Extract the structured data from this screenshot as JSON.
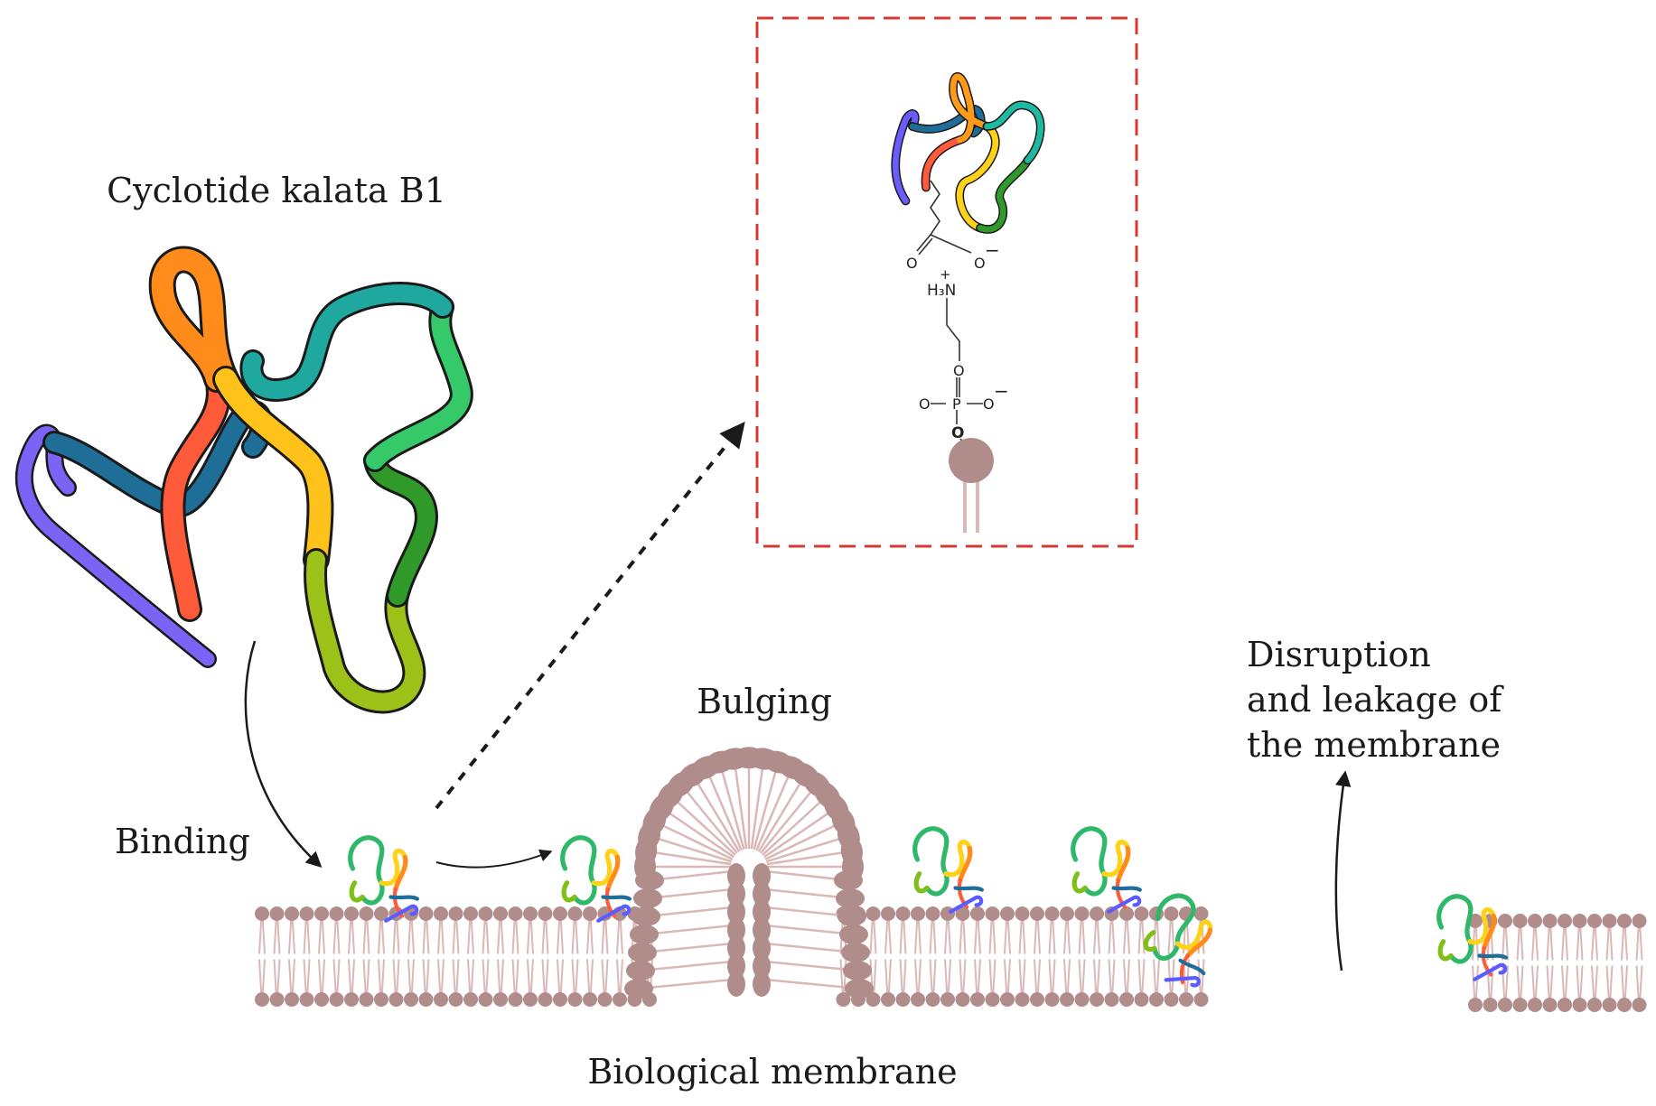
{
  "labels": {
    "title": "Cyclotide kalata B1",
    "binding": "Binding",
    "bulging": "Bulging",
    "disruption": [
      "Disruption",
      "and leakage of",
      "the membrane"
    ],
    "membrane": "Biological membrane"
  },
  "chemistry": {
    "o_left": "O",
    "o_right": "O",
    "minus_1": "−",
    "plus": "+",
    "h3n": "H₃N",
    "o_top": "O",
    "o_p_left": "O",
    "p": "P",
    "o_p_right": "O",
    "minus_2": "−",
    "o_bottom": "O"
  },
  "colors": {
    "lipid": "#b08c8a",
    "lipid_tail": "#d9b8b6",
    "inset_border": "#d43a33",
    "arrow": "#1a1a1a",
    "rainbow": [
      "#6b5cff",
      "#3f86ff",
      "#1f6e9a",
      "#ff5a3a",
      "#ff8c1a",
      "#ffb21a",
      "#ffd21a",
      "#e8e01a",
      "#8fc21a",
      "#2f8f1a",
      "#30b84a",
      "#2ecf8a",
      "#1fa8a0"
    ]
  }
}
